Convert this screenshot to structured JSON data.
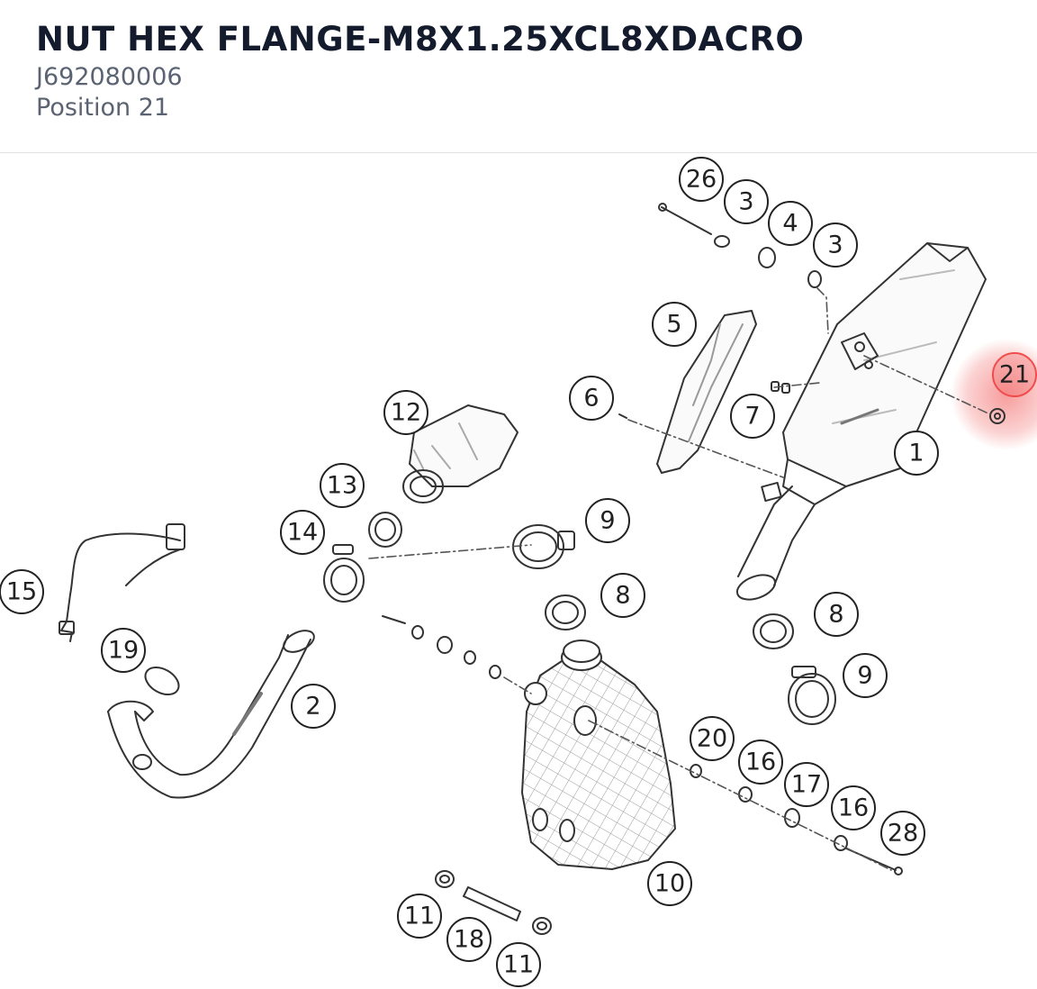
{
  "header": {
    "title": "NUT HEX FLANGE-M8X1.25XCL8XDACRO",
    "part_number": "J692080006",
    "position": "Position 21"
  },
  "diagram": {
    "highlight_color": "#f04c4c",
    "selected_callout": "21",
    "callouts": [
      {
        "id": "c26",
        "label": "26"
      },
      {
        "id": "c3a",
        "label": "3"
      },
      {
        "id": "c4",
        "label": "4"
      },
      {
        "id": "c3b",
        "label": "3"
      },
      {
        "id": "c5",
        "label": "5"
      },
      {
        "id": "c21",
        "label": "21"
      },
      {
        "id": "c6",
        "label": "6"
      },
      {
        "id": "c7",
        "label": "7"
      },
      {
        "id": "c12",
        "label": "12"
      },
      {
        "id": "c1",
        "label": "1"
      },
      {
        "id": "c13",
        "label": "13"
      },
      {
        "id": "c14",
        "label": "14"
      },
      {
        "id": "c9a",
        "label": "9"
      },
      {
        "id": "c15",
        "label": "15"
      },
      {
        "id": "c8a",
        "label": "8"
      },
      {
        "id": "c8b",
        "label": "8"
      },
      {
        "id": "c19",
        "label": "19"
      },
      {
        "id": "c9b",
        "label": "9"
      },
      {
        "id": "c2",
        "label": "2"
      },
      {
        "id": "c20",
        "label": "20"
      },
      {
        "id": "c16a",
        "label": "16"
      },
      {
        "id": "c17",
        "label": "17"
      },
      {
        "id": "c16b",
        "label": "16"
      },
      {
        "id": "c28",
        "label": "28"
      },
      {
        "id": "c10",
        "label": "10"
      },
      {
        "id": "c11a",
        "label": "11"
      },
      {
        "id": "c18",
        "label": "18"
      },
      {
        "id": "c11b",
        "label": "11"
      }
    ]
  }
}
